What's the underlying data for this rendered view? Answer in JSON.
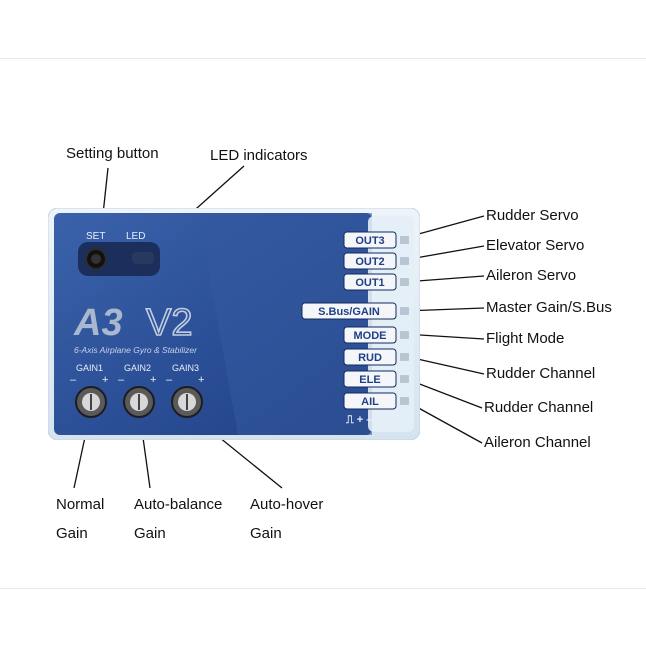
{
  "device": {
    "model_a3": "A3",
    "model_v2": "V2",
    "subtitle": "6-Axis Airplane Gyro & Stabilizer",
    "set_label": "SET",
    "led_label": "LED",
    "gain1": "GAIN1",
    "gain2": "GAIN2",
    "gain3": "GAIN3",
    "minus": "–",
    "plus": "+",
    "ports": [
      "OUT3",
      "OUT2",
      "OUT1",
      "S.Bus/GAIN",
      "MODE",
      "RUD",
      "ELE",
      "AIL"
    ],
    "pin_legend": "⎍ + –",
    "colors": {
      "body": "#2b4f97",
      "shell": "#dde9f3",
      "port_bg": "#f4f6fa",
      "port_text": "#1f3f86"
    }
  },
  "callouts": {
    "setting_button": "Setting  button",
    "led_indicators": "LED indicators",
    "right": [
      "Rudder Servo",
      "Elevator Servo",
      "Aileron Servo",
      "Master Gain/S.Bus",
      "Flight Mode",
      "Rudder Channel",
      "Rudder Channel",
      "Aileron Channel"
    ],
    "normal_gain_l1": "Normal",
    "normal_gain_l2": "Gain",
    "auto_balance_l1": "Auto-balance",
    "auto_balance_l2": "Gain",
    "auto_hover_l1": "Auto-hover",
    "auto_hover_l2": "Gain"
  }
}
